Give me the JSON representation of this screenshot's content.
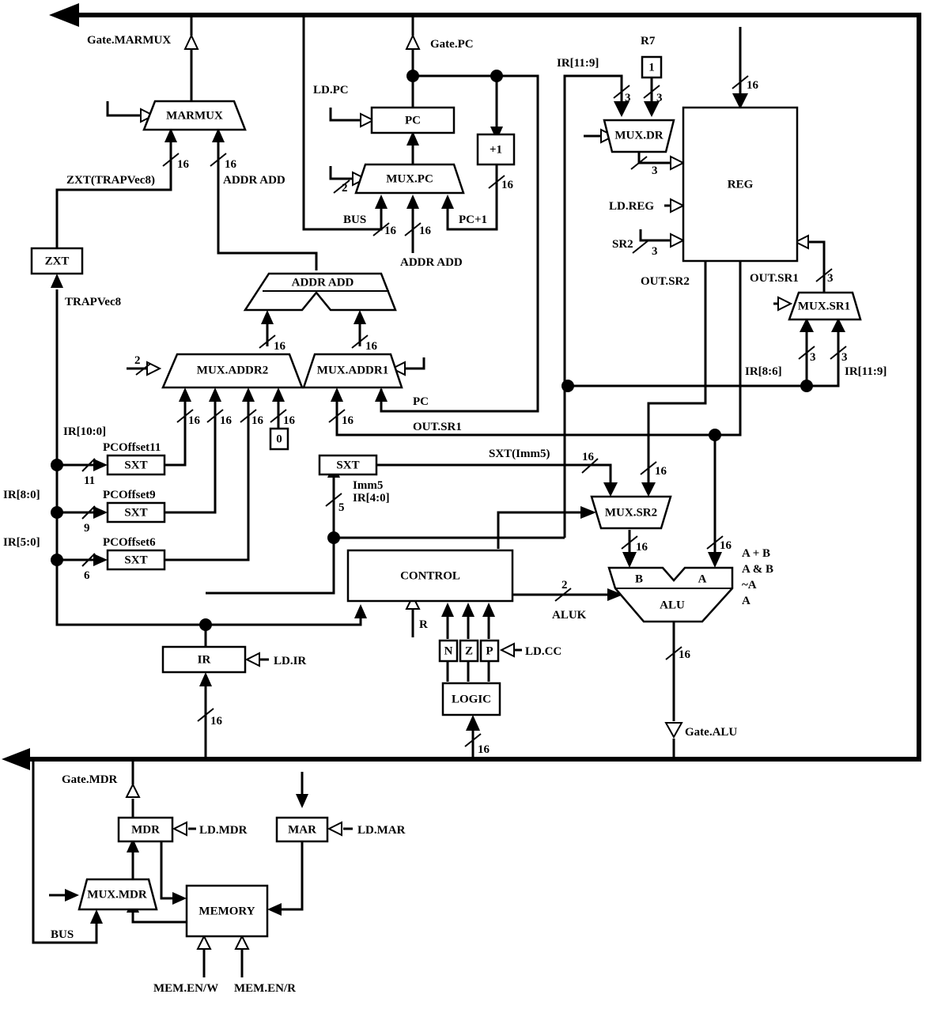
{
  "blocks": {
    "marmux": "MARMUX",
    "pc": "PC",
    "mux_pc": "MUX.PC",
    "plus1": "+1",
    "mux_dr": "MUX.DR",
    "reg": "REG",
    "mux_sr1": "MUX.SR1",
    "zxt": "ZXT",
    "addr_add": "ADDR ADD",
    "mux_addr2": "MUX.ADDR2",
    "mux_addr1": "MUX.ADDR1",
    "sxt": "SXT",
    "zero": "0",
    "one": "1",
    "mux_sr2": "MUX.SR2",
    "control": "CONTROL",
    "alu": "ALU",
    "alu_b": "B",
    "alu_a": "A",
    "n": "N",
    "z": "Z",
    "p": "P",
    "logic": "LOGIC",
    "ir": "IR",
    "mdr": "MDR",
    "mar": "MAR",
    "mux_mdr": "MUX.MDR",
    "memory": "MEMORY"
  },
  "labels": {
    "gate_marmux": "Gate.MARMUX",
    "gate_pc": "Gate.PC",
    "ld_pc": "LD.PC",
    "r7": "R7",
    "ir_11_9": "IR[11:9]",
    "zxt_trapvec8": "ZXT(TRAPVec8)",
    "addr_add": "ADDR ADD",
    "bus": "BUS",
    "pc_plus1": "PC+1",
    "ld_reg": "LD.REG",
    "sr2": "SR2",
    "out_sr2": "OUT.SR2",
    "out_sr1": "OUT.SR1",
    "trapvec8": "TRAPVec8",
    "ir_8_6": "IR[8:6]",
    "pc": "PC",
    "ir_10_0": "IR[10:0]",
    "pcoffset11": "PCOffset11",
    "sxt_imm5": "SXT(Imm5)",
    "imm5": "Imm5",
    "ir_4_0": "IR[4:0]",
    "ir_8_0": "IR[8:0]",
    "pcoffset9": "PCOffset9",
    "ir_5_0": "IR[5:0]",
    "pcoffset6": "PCOffset6",
    "aluk": "ALUK",
    "r": "R",
    "ld_cc": "LD.CC",
    "ld_ir": "LD.IR",
    "gate_alu": "Gate.ALU",
    "gate_mdr": "Gate.MDR",
    "ld_mdr": "LD.MDR",
    "ld_mar": "LD.MAR",
    "mem_en_w": "MEM.EN/W",
    "mem_en_r": "MEM.EN/R",
    "alu_ops": [
      "A + B",
      "A & B",
      "~A",
      "A"
    ]
  },
  "widths": {
    "w16": "16",
    "w3": "3",
    "w2": "2",
    "w11": "11",
    "w9": "9",
    "w6": "6",
    "w5": "5"
  }
}
